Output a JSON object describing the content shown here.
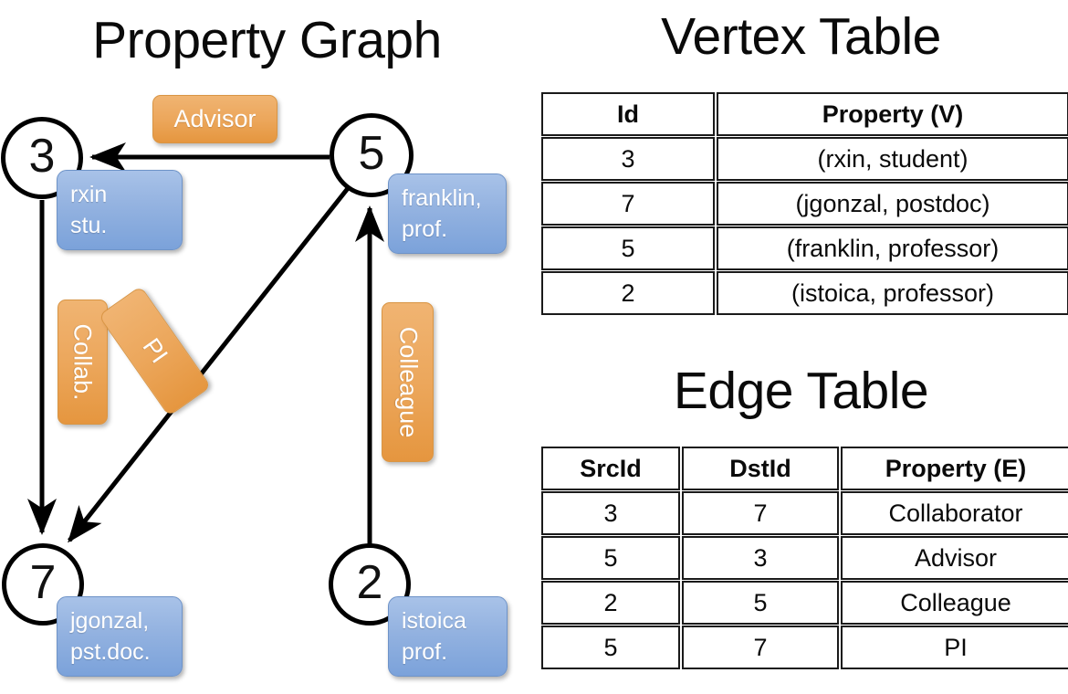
{
  "titles": {
    "property_graph": "Property Graph",
    "vertex_table": "Vertex Table",
    "edge_table": "Edge Table"
  },
  "colors": {
    "vertex_property_fill": "#d2dff1",
    "edge_property_fill": "#f6dfc6",
    "node_box_fill": "#93b2e0",
    "edge_label_fill": "#eca75c",
    "stroke": "#000000"
  },
  "graph": {
    "nodes": [
      {
        "id": "3",
        "property_label": "rxin\nstu.",
        "line1": "rxin",
        "line2": "stu."
      },
      {
        "id": "5",
        "property_label": "franklin,\nprof.",
        "line1": "franklin,",
        "line2": "prof."
      },
      {
        "id": "7",
        "property_label": "jgonzal,\npst.doc.",
        "line1": "jgonzal,",
        "line2": "pst.doc."
      },
      {
        "id": "2",
        "property_label": "istoica\nprof.",
        "line1": "istoica",
        "line2": "prof."
      }
    ],
    "edges": [
      {
        "src": "5",
        "dst": "3",
        "label": "Advisor"
      },
      {
        "src": "3",
        "dst": "7",
        "label": "Collab."
      },
      {
        "src": "5",
        "dst": "7",
        "label": "PI"
      },
      {
        "src": "2",
        "dst": "5",
        "label": "Colleague"
      }
    ]
  },
  "vertex_table": {
    "headers": [
      "Id",
      "Property (V)"
    ],
    "rows": [
      {
        "id": "3",
        "property": "(rxin, student)"
      },
      {
        "id": "7",
        "property": "(jgonzal, postdoc)"
      },
      {
        "id": "5",
        "property": "(franklin, professor)"
      },
      {
        "id": "2",
        "property": "(istoica, professor)"
      }
    ]
  },
  "edge_table": {
    "headers": [
      "SrcId",
      "DstId",
      "Property (E)"
    ],
    "rows": [
      {
        "src": "3",
        "dst": "7",
        "property": "Collaborator"
      },
      {
        "src": "5",
        "dst": "3",
        "property": "Advisor"
      },
      {
        "src": "2",
        "dst": "5",
        "property": "Colleague"
      },
      {
        "src": "5",
        "dst": "7",
        "property": "PI"
      }
    ]
  }
}
